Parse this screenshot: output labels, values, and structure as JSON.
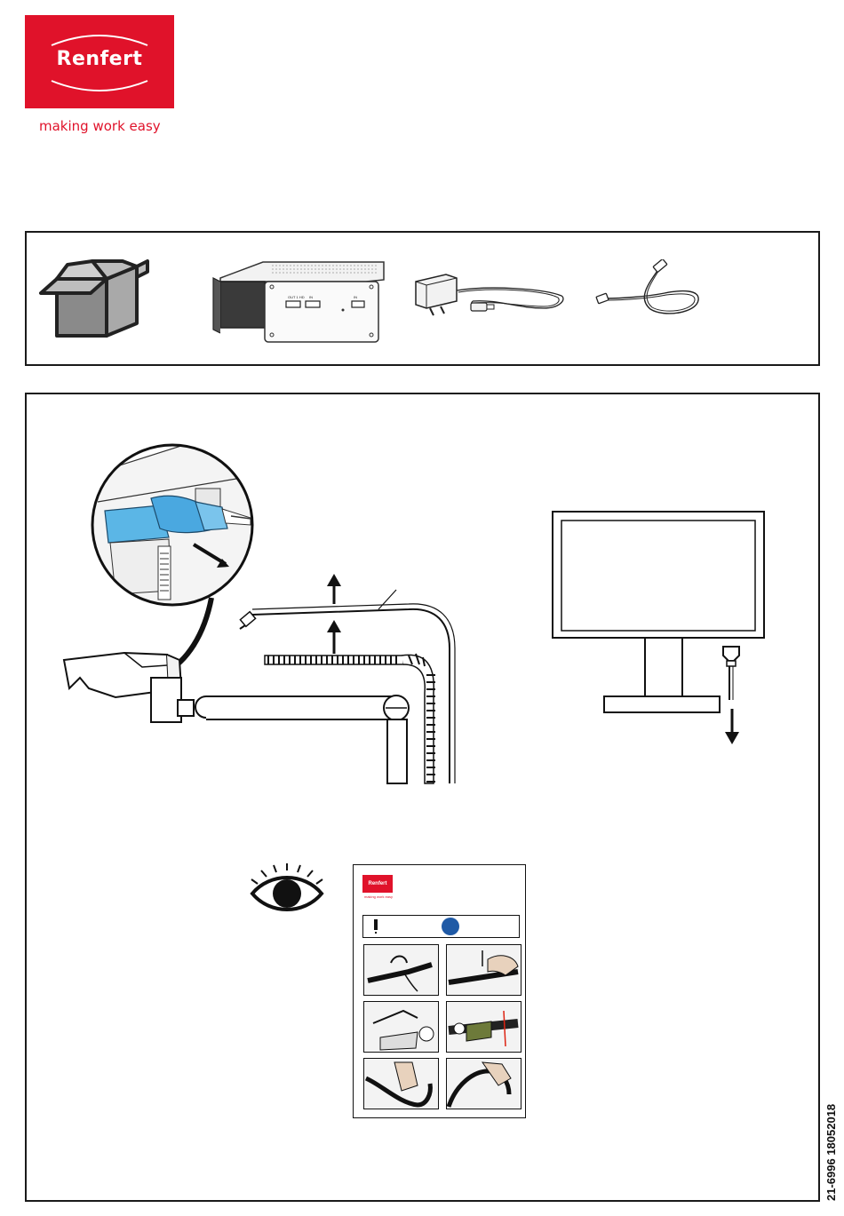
{
  "brand": {
    "name": "Renfert",
    "tagline": "making work easy",
    "color": "#e0122a"
  },
  "contents_icons": [
    "open-box-icon",
    "hdmi-box-icon",
    "power-adapter-icon",
    "hdmi-cable-icon"
  ],
  "contents_box": {
    "port_labels": [
      "OUT 1 HD",
      "IN",
      "IN"
    ]
  },
  "diagram_icons": [
    "camera-connection-detail",
    "arrow-up-icon",
    "articulated-arm-cable",
    "monitor-icon",
    "hdmi-plug-icon",
    "arrow-down-icon"
  ],
  "reference": {
    "icon": "eye-icon",
    "booklet_brand": "Renfert",
    "booklet_tagline": "making work easy"
  },
  "doc_number": "21-6996  18052018"
}
